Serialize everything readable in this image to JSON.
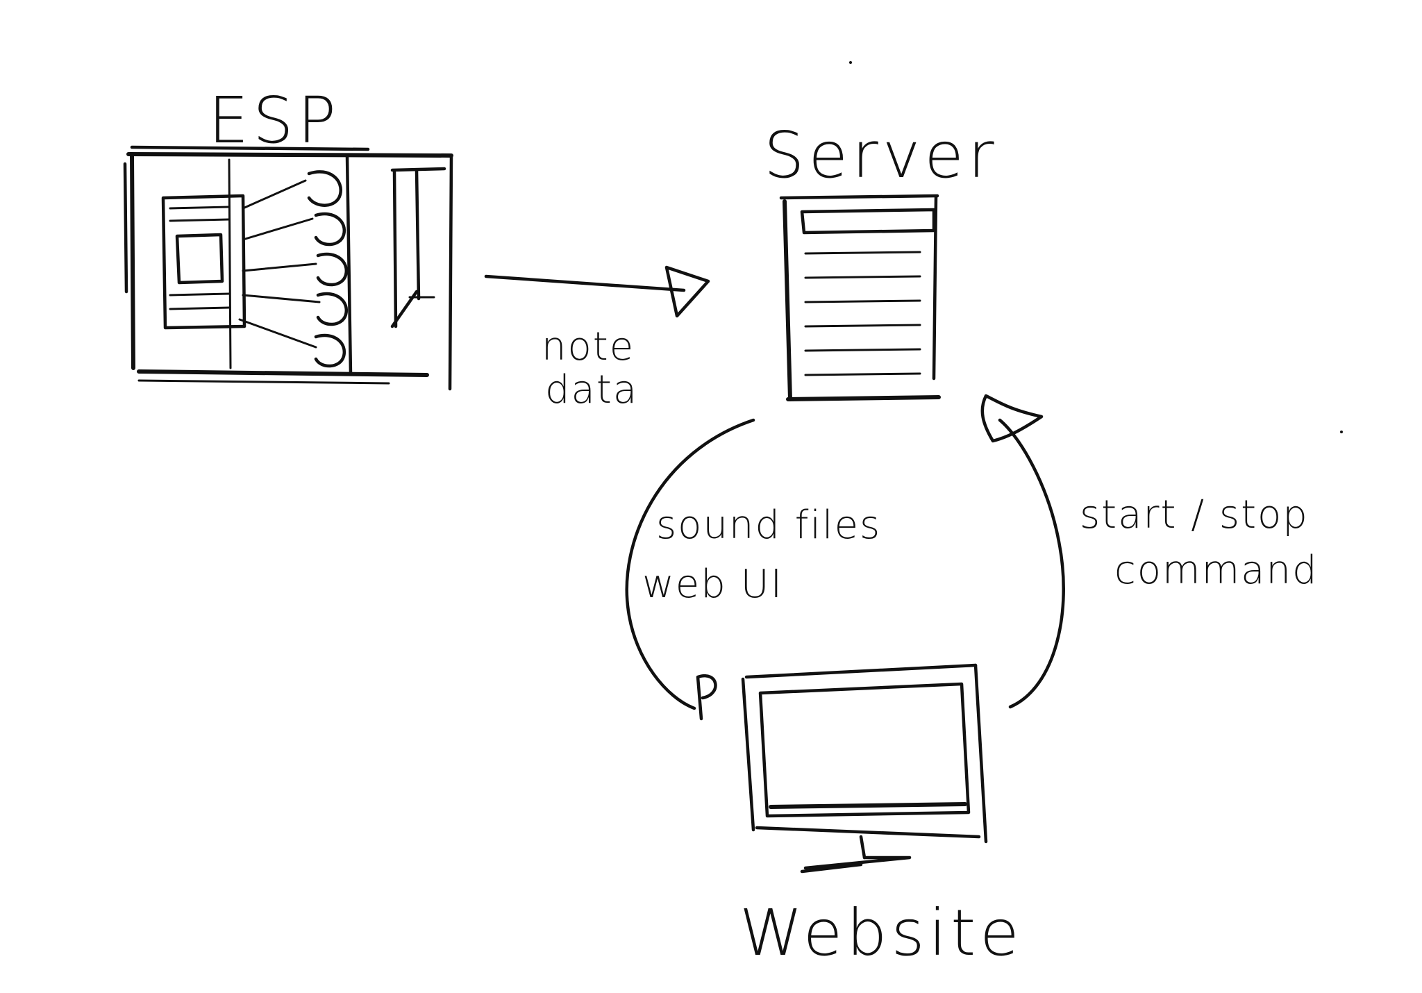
{
  "nodes": {
    "esp": {
      "title": "ESP"
    },
    "server": {
      "title": "Server"
    },
    "website": {
      "title": "Website"
    }
  },
  "edges": {
    "esp_to_server": {
      "label_line1": "note",
      "label_line2": "data"
    },
    "server_to_website": {
      "label_line1": "sound files",
      "label_line2": "web UI"
    },
    "website_to_server": {
      "label_line1": "start / stop",
      "label_line2": "command"
    }
  },
  "colors": {
    "ink": "#111111",
    "paper": "#ffffff"
  }
}
